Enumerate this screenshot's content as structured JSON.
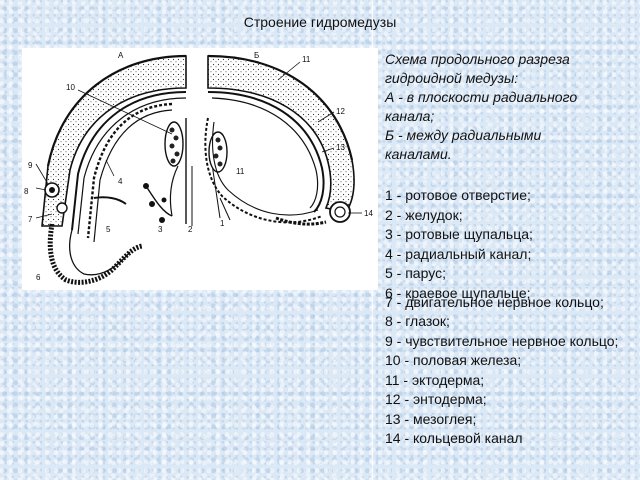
{
  "slide": {
    "title": "Строение гидромедузы"
  },
  "caption": {
    "lines": [
      "Схема продольного разреза",
      "гидроидной медузы:",
      "А - в плоскости радиального",
      "канала;",
      "Б - между радиальными",
      "каналами."
    ]
  },
  "legend": {
    "items": [
      "1 - ротовое отверстие;",
      "2 - желудок;",
      "3 - ротовые щупальца;",
      "4 - радиальный канал;",
      "5 - парус;",
      "6 - краевое щупальце;",
      "7 - двигательное нервное кольцо;",
      "8 - глазок;",
      "9 - чувствительное нервное кольцо;",
      "10 - половая железа;",
      "11 - эктодерма;",
      "12 - энтодерма;",
      "13 - мезоглея;",
      "14 - кольцевой канал"
    ]
  },
  "figure": {
    "panel_labels": [
      "А",
      "Б"
    ],
    "callouts": [
      "1",
      "2",
      "3",
      "4",
      "5",
      "6",
      "7",
      "8",
      "9",
      "10",
      "11",
      "12",
      "13",
      "14"
    ]
  }
}
